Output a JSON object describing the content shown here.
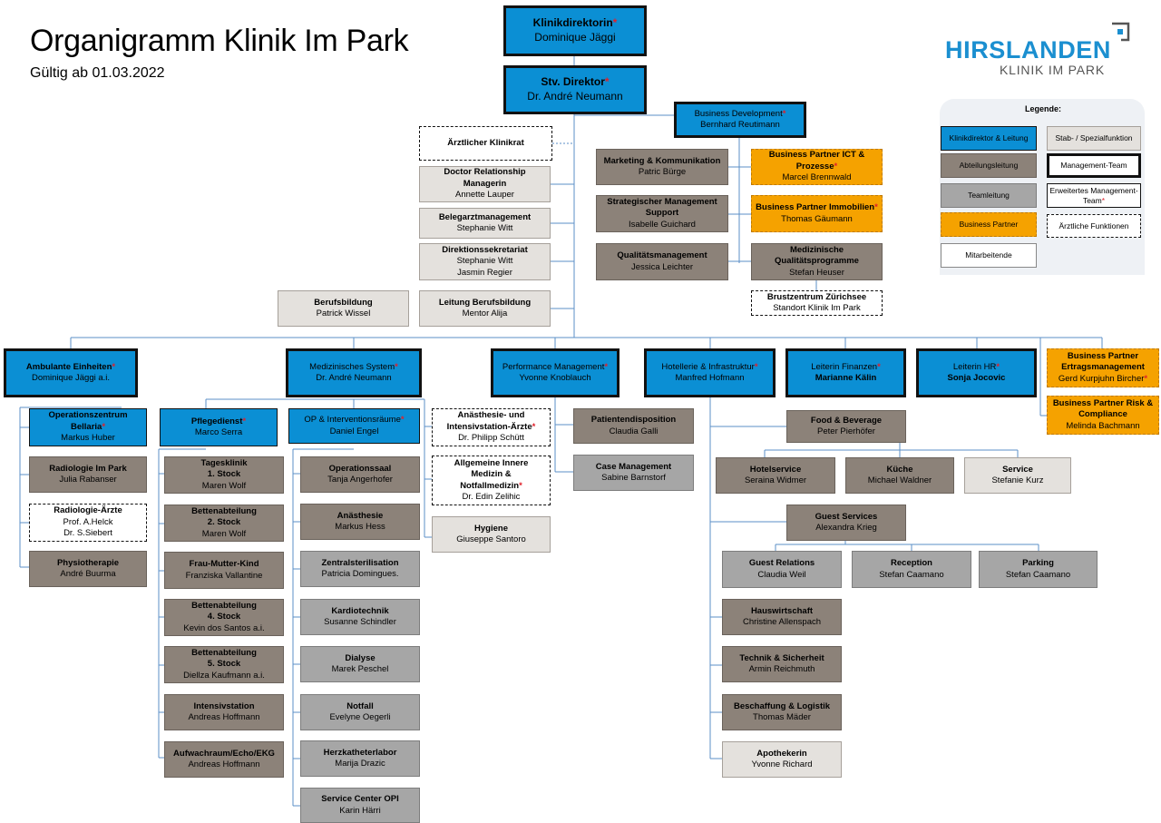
{
  "title": "Organigramm Klinik Im Park",
  "subtitle": "Gültig ab 01.03.2022",
  "logo": {
    "brand": "HIRSLANDEN",
    "sub": "KLINIK IM PARK",
    "color": "#1b8fd0"
  },
  "legend": {
    "title": "Legende:",
    "items": {
      "klinikdirektor": "Klinikdirektor & Leitung",
      "stab": "Stab- / Spezialfunktion",
      "abteilung": "Abteilungsleitung",
      "management": "Management-Team",
      "teamleitung": "Teamleitung",
      "erweitert": "Erweitertes Management-Team",
      "erweitert_star": "*",
      "business": "Business Partner",
      "aerztlich": "Ärztliche Funktionen",
      "mitarbeitende": "Mitarbeitende"
    }
  },
  "top": {
    "direktorin": {
      "title": "Klinikdirektorin",
      "name": "Dominique Jäggi"
    },
    "stv": {
      "title": "Stv. Direktor",
      "name": "Dr. André Neumann"
    },
    "bd": {
      "title": "Business Development",
      "name": "Bernhard Reutimann"
    }
  },
  "staff": {
    "klinikrat": {
      "title": "Ärztlicher Klinikrat"
    },
    "doctor": {
      "title": "Doctor Relationship Managerin",
      "name": "Annette Lauper"
    },
    "beleg": {
      "title": "Belegarztmanagement",
      "name": "Stephanie Witt"
    },
    "sekr": {
      "title": "Direktionssekretariat",
      "name1": "Stephanie Witt",
      "name2": "Jasmin Regier"
    },
    "berufsbildung": {
      "title": "Berufsbildung",
      "name": "Patrick Wissel"
    },
    "leitung_bb": {
      "title": "Leitung Berufsbildung",
      "name": "Mentor Alija"
    }
  },
  "bd_units": {
    "marketing": {
      "title": "Marketing & Kommunikation",
      "name": "Patric Bürge"
    },
    "ict": {
      "title": "Business Partner ICT & Prozesse",
      "name": "Marcel Brennwald"
    },
    "strat": {
      "title": "Strategischer Management Support",
      "name": "Isabelle Guichard"
    },
    "immo": {
      "title": "Business Partner Immobilien",
      "name": "Thomas Gäumann"
    },
    "qm": {
      "title": "Qualitätsmanagement",
      "name": "Jessica Leichter"
    },
    "medq": {
      "title": "Medizinische Qualitätsprogramme",
      "name": "Stefan Heuser"
    },
    "brust": {
      "title": "Brustzentrum Zürichsee",
      "name": "Standort Klinik Im Park"
    }
  },
  "divisions": {
    "ambulant": {
      "title": "Ambulante Einheiten",
      "name": "Dominique Jäggi a.i."
    },
    "medsys": {
      "title": "Medizinisches System",
      "name": "Dr. André Neumann"
    },
    "perf": {
      "title": "Performance Management",
      "name": "Yvonne Knoblauch"
    },
    "hotel": {
      "title": "Hotellerie & Infrastruktur",
      "name": "Manfred Hofmann"
    },
    "finanz": {
      "title": "Leiterin Finanzen",
      "name": "Marianne Kälin"
    },
    "hr": {
      "title": "Leiterin HR",
      "name": "Sonja Jocovic"
    },
    "bp_ertrag": {
      "title": "Business Partner Ertragsmanagement",
      "name": "Gerd Kurpjuhn Bircher"
    },
    "bp_risk": {
      "title": "Business Partner Risk & Compliance",
      "name": "Melinda Bachmann"
    }
  },
  "ambulant_units": {
    "op_bellaria": {
      "title": "Operationszentrum Bellaria",
      "name": "Markus Huber"
    },
    "radiologie": {
      "title": "Radiologie Im Park",
      "name": "Julia Rabanser"
    },
    "rad_aerzte": {
      "title": "Radiologie-Ärzte",
      "name1": "Prof. A.Helck",
      "name2": "Dr. S.Siebert"
    },
    "physio": {
      "title": "Physiotherapie",
      "name": "André Buurma"
    }
  },
  "pflege": {
    "head": {
      "title": "Pflegedienst",
      "name": "Marco Serra"
    },
    "units": [
      {
        "t1": "Tagesklinik",
        "t2": "1. Stock",
        "name": "Maren Wolf"
      },
      {
        "t1": "Bettenabteilung",
        "t2": "2. Stock",
        "name": "Maren Wolf"
      },
      {
        "t1": "Frau-Mutter-Kind",
        "t2": "",
        "name": "Franziska Vallantine"
      },
      {
        "t1": "Bettenabteilung",
        "t2": "4. Stock",
        "name": "Kevin dos Santos a.i."
      },
      {
        "t1": "Bettenabteilung",
        "t2": "5. Stock",
        "name": "Diellza Kaufmann a.i."
      },
      {
        "t1": "Intensivstation",
        "t2": "",
        "name": "Andreas Hoffmann"
      },
      {
        "t1": "Aufwachraum/Echo/EKG",
        "t2": "",
        "name": "Andreas Hoffmann"
      }
    ]
  },
  "op": {
    "head": {
      "title": "OP & Interventionsräume",
      "name": "Daniel Engel"
    },
    "units": [
      {
        "title": "Operationssaal",
        "name": "Tanja Angerhofer"
      },
      {
        "title": "Anästhesie",
        "name": "Markus Hess"
      },
      {
        "title": "Zentralsterilisation",
        "name": "Patricia Domingues."
      },
      {
        "title": "Kardiotechnik",
        "name": "Susanne Schindler"
      },
      {
        "title": "Dialyse",
        "name": "Marek Peschel"
      },
      {
        "title": "Notfall",
        "name": "Evelyne Oegerli"
      },
      {
        "title": "Herzkatheterlabor",
        "name": "Marija Drazic"
      },
      {
        "title": "Service Center OPI",
        "name": "Karin Härri"
      }
    ]
  },
  "med_doctors": {
    "anaest": {
      "t1": "Anästhesie- und",
      "t2": "Intensivstation-Ärzte",
      "name": "Dr. Philipp Schütt"
    },
    "innere": {
      "t1": "Allgemeine Innere",
      "t2": "Medizin &",
      "t3": "Notfallmedizin",
      "name": "Dr. Edin Zelihic"
    },
    "hygiene": {
      "title": "Hygiene",
      "name": "Giuseppe Santoro"
    }
  },
  "perf_units": {
    "patient": {
      "title": "Patientendisposition",
      "name": "Claudia Galli"
    },
    "case": {
      "title": "Case Management",
      "name": "Sabine Barnstorf"
    }
  },
  "hotel_units": {
    "food": {
      "title": "Food & Beverage",
      "name": "Peter Pierhöfer"
    },
    "hotelservice": {
      "title": "Hotelservice",
      "name": "Seraina Widmer"
    },
    "kueche": {
      "title": "Küche",
      "name": "Michael Waldner"
    },
    "service": {
      "title": "Service",
      "name": "Stefanie Kurz"
    },
    "guest": {
      "title": "Guest Services",
      "name": "Alexandra Krieg"
    },
    "relations": {
      "title": "Guest Relations",
      "name": "Claudia Weil"
    },
    "reception": {
      "title": "Reception",
      "name": "Stefan Caamano"
    },
    "parking": {
      "title": "Parking",
      "name": "Stefan Caamano"
    },
    "haus": {
      "title": "Hauswirtschaft",
      "name": "Christine Allenspach"
    },
    "technik": {
      "title": "Technik & Sicherheit",
      "name": "Armin Reichmuth"
    },
    "beschaffung": {
      "title": "Beschaffung & Logistik",
      "name": "Thomas Mäder"
    },
    "apotheke": {
      "title": "Apothekerin",
      "name": "Yvonne Richard"
    }
  },
  "star": "*",
  "colors": {
    "blue": "#0b8fd4",
    "dark": "#8c8279",
    "grey": "#a6a6a6",
    "light": "#e4e1dd",
    "orange": "#f5a200",
    "star": "#e0202a",
    "connector": "#5b8fc7"
  }
}
